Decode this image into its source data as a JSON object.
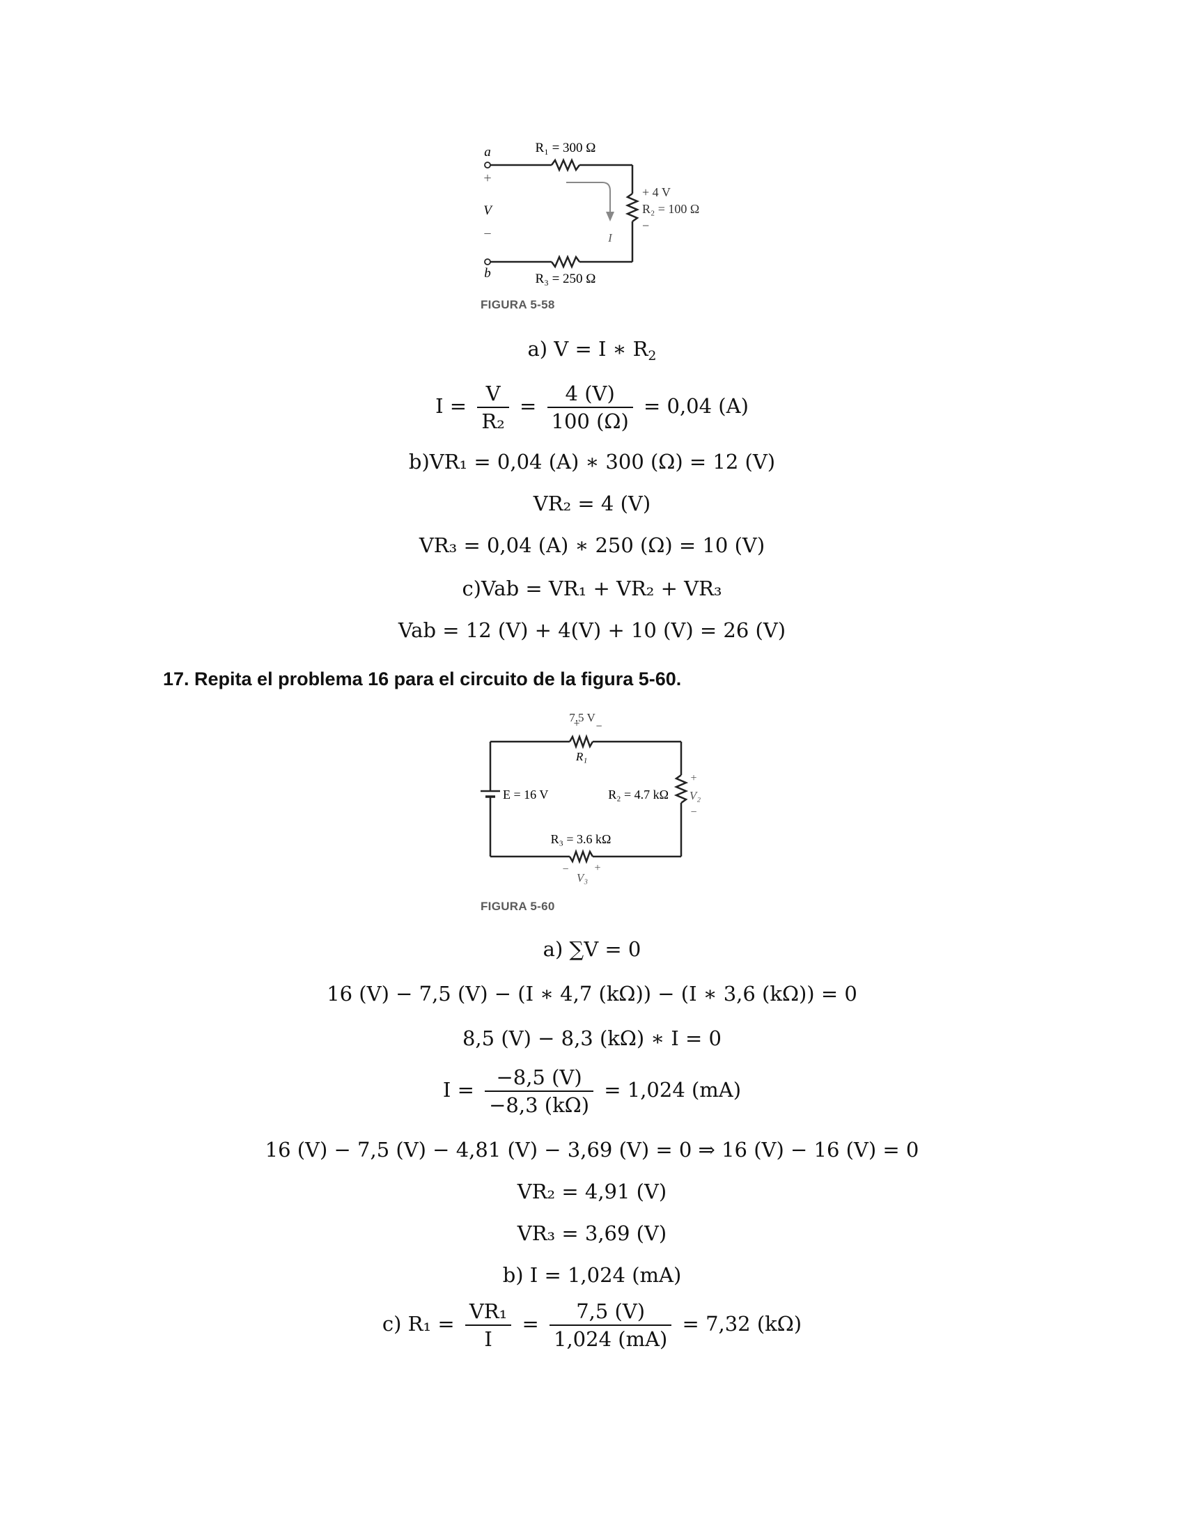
{
  "figure1": {
    "caption": "FIGURA 5-58",
    "node_a": "a",
    "node_b": "b",
    "plus": "+",
    "minus": "−",
    "v_label": "V",
    "r1_label": "R₁ = 300 Ω",
    "r2_label": "R₂ = 100 Ω",
    "r3_label": "R₃ = 250 Ω",
    "r2_voltage": "+ 4 V",
    "current_label": "I"
  },
  "part1": {
    "eq_a": "a) V = I ∗ R",
    "eq_a_sub": "2",
    "eq_i_lhs": "I =",
    "eq_i_frac1_num": "V",
    "eq_i_frac1_den": "R₂",
    "eq_i_frac2_num": "4 (V)",
    "eq_i_frac2_den": "100 (Ω)",
    "eq_i_result": "= 0,04 (A)",
    "eq_b1": "b)VR₁ = 0,04 (A)  ∗ 300 (Ω) = 12 (V)",
    "eq_b2": "VR₂ = 4 (V)",
    "eq_b3": "VR₃ = 0,04 (A)  ∗ 250 (Ω) = 10 (V)",
    "eq_c1": "c)Vab = VR₁ + VR₂ + VR₃",
    "eq_c2": "Vab = 12 (V) + 4(V) + 10 (V) = 26 (V)"
  },
  "heading": "17. Repita el problema 16 para el circuito de la figura 5-60.",
  "figure2": {
    "caption": "FIGURA 5-60",
    "r1_voltage": "7.5 V",
    "r1_label": "R₁",
    "source_label": "E = 16 V",
    "r2_label": "R₂ = 4.7 kΩ",
    "v2_label": "V₂",
    "r3_label": "R₃ = 3.6 kΩ",
    "v3_label": "V₃",
    "plus": "+",
    "minus": "−"
  },
  "part2": {
    "eq_a": "a) ∑V = 0",
    "eq_kvl": "16 (V) − 7,5 (V) − (I ∗ 4,7 (kΩ)) − (I ∗ 3,6 (kΩ)) = 0",
    "eq_simpl": "8,5 (V) − 8,3 (kΩ) ∗ I = 0",
    "eq_i_lhs": "I =",
    "eq_i_num": "−8,5 (V)",
    "eq_i_den": "−8,3 (kΩ)",
    "eq_i_result": "= 1,024 (mA)",
    "eq_check": "16 (V) − 7,5 (V) − 4,81 (V) − 3,69 (V) = 0  ⇒ 16 (V) − 16 (V) = 0",
    "eq_vr2": "VR₂ = 4,91 (V)",
    "eq_vr3": "VR₃ = 3,69 (V)",
    "eq_b": "b) I = 1,024 (mA)",
    "eq_c_lhs": "c) R₁ =",
    "eq_c_frac1_num": "VR₁",
    "eq_c_frac1_den": "I",
    "eq_c_frac2_num": "7,5 (V)",
    "eq_c_frac2_den": "1,024 (mA)",
    "eq_c_result": "= 7,32 (kΩ)"
  }
}
